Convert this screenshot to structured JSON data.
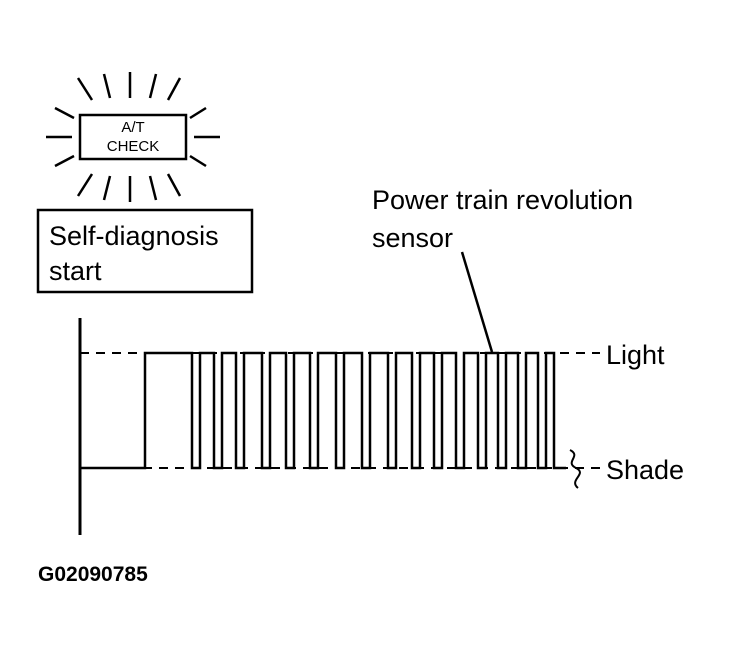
{
  "indicator": {
    "line1": "A/T",
    "line2": "CHECK"
  },
  "start_box": {
    "line1": "Self-diagnosis",
    "line2": "start"
  },
  "sensor_label": {
    "line1": "Power train revolution",
    "line2": "sensor"
  },
  "levels": {
    "light": "Light",
    "shade": "Shade"
  },
  "figure_id": "G02090785"
}
